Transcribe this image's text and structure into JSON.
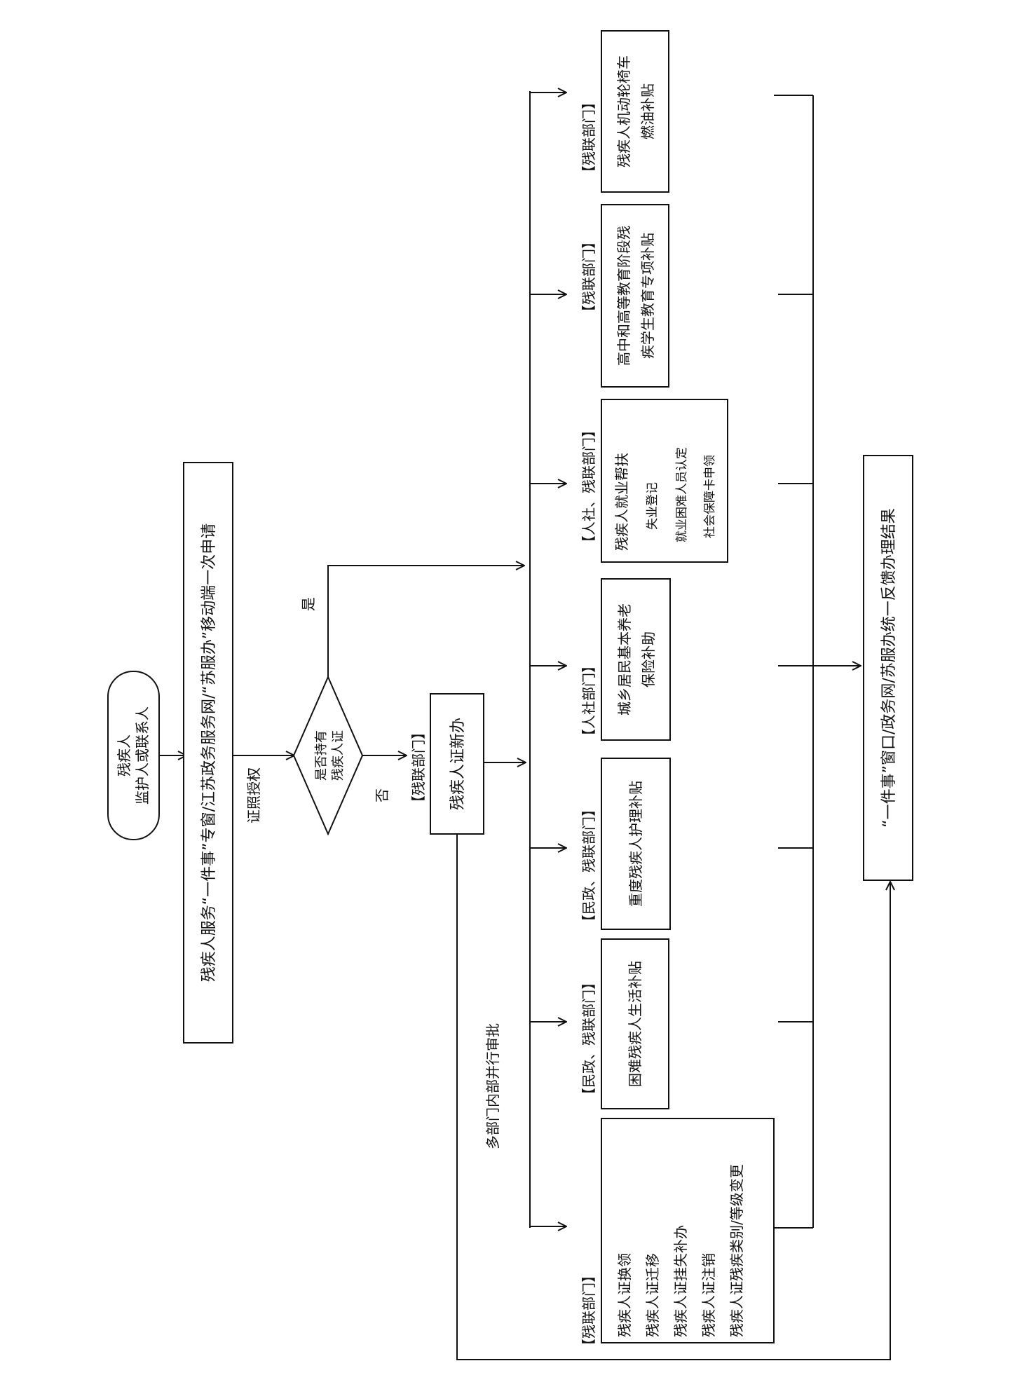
{
  "start": {
    "line1": "残疾人",
    "line2": "监护人或联系人"
  },
  "apply_box": "残疾人服务“一件事”专窗/江苏政务服务网/“苏服办”移动端一次申请",
  "auth_label": "证照授权",
  "decision": {
    "line1": "是否持有",
    "line2": "残疾人证"
  },
  "yes_label": "是",
  "no_label": "否",
  "new_cert": {
    "dept": "【残联部门】",
    "text": "残疾人证新办"
  },
  "parallel_label": "多部门内部并行审批",
  "branches": [
    {
      "dept": "【残联部门】",
      "lines": [
        "残疾人证换领",
        "残疾人证迁移",
        "残疾人证挂失补办",
        "残疾人证注销",
        "残疾人证残疾类别/等级变更"
      ]
    },
    {
      "dept": "【民政、残联部门】",
      "lines": [
        "困难残疾人生活补贴"
      ]
    },
    {
      "dept": "【民政、残联部门】",
      "lines": [
        "重度残疾人护理补贴"
      ]
    },
    {
      "dept": "【人社部门】",
      "lines": [
        "城乡居民基本养老",
        "保险补助"
      ]
    },
    {
      "dept": "【人社、残联部门】",
      "lines": [
        "残疾人就业帮扶"
      ],
      "sub_lines": [
        "失业登记",
        "就业困难人员认定",
        "社会保障卡申领"
      ]
    },
    {
      "dept": "【残联部门】",
      "lines": [
        "高中和高等教育阶段残",
        "疾学生教育专项补贴"
      ]
    },
    {
      "dept": "【残联部门】",
      "lines": [
        "残疾人机动轮椅车",
        "燃油补贴"
      ]
    }
  ],
  "result_box": "“一件事”窗口/政务网/苏服办统一反馈办理结果"
}
